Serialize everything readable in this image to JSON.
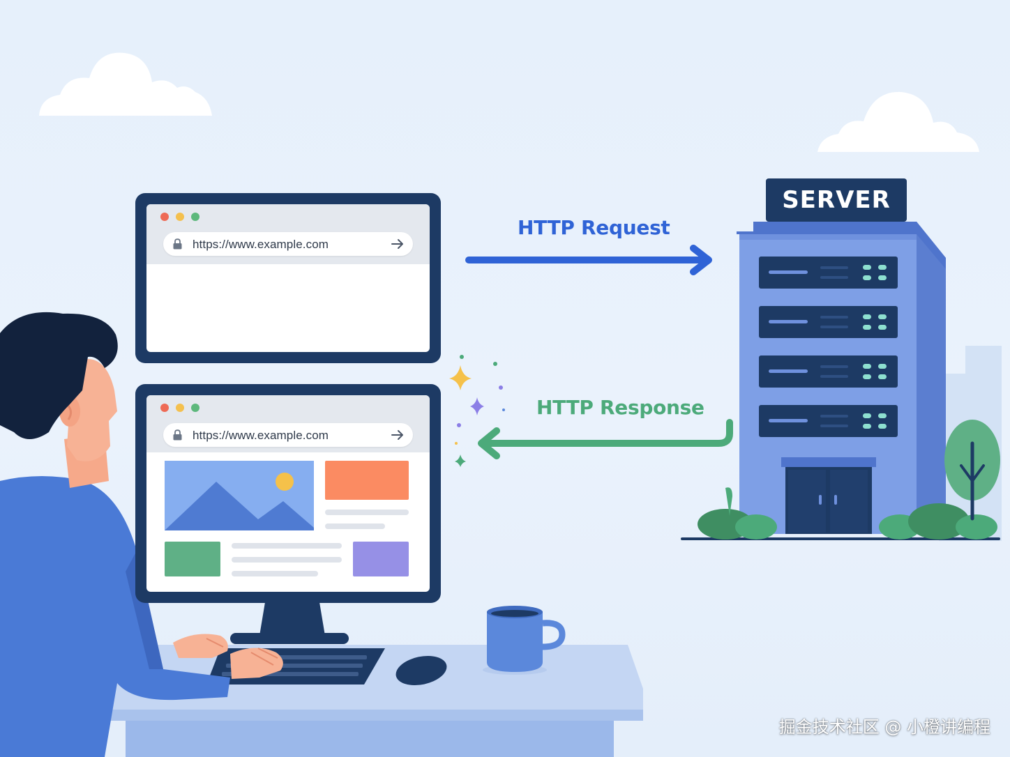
{
  "browser_top": {
    "url": "https://www.example.com",
    "state": "blank"
  },
  "browser_bottom": {
    "url": "https://www.example.com",
    "state": "loaded"
  },
  "request_label": "HTTP Request",
  "response_label": "HTTP Response",
  "server_label": "SERVER",
  "watermark": "掘金技术社区 @ 小橙讲编程",
  "colors": {
    "navy": "#1d3a64",
    "request_arrow": "#2f63d6",
    "response_arrow": "#4caa7a",
    "building": "#7e9fe6",
    "background": "#e6f0fb"
  },
  "icons": [
    "lock-icon",
    "arrow-right-icon",
    "sparkle-icon",
    "cloud-icon",
    "tree-icon",
    "mug-icon"
  ]
}
